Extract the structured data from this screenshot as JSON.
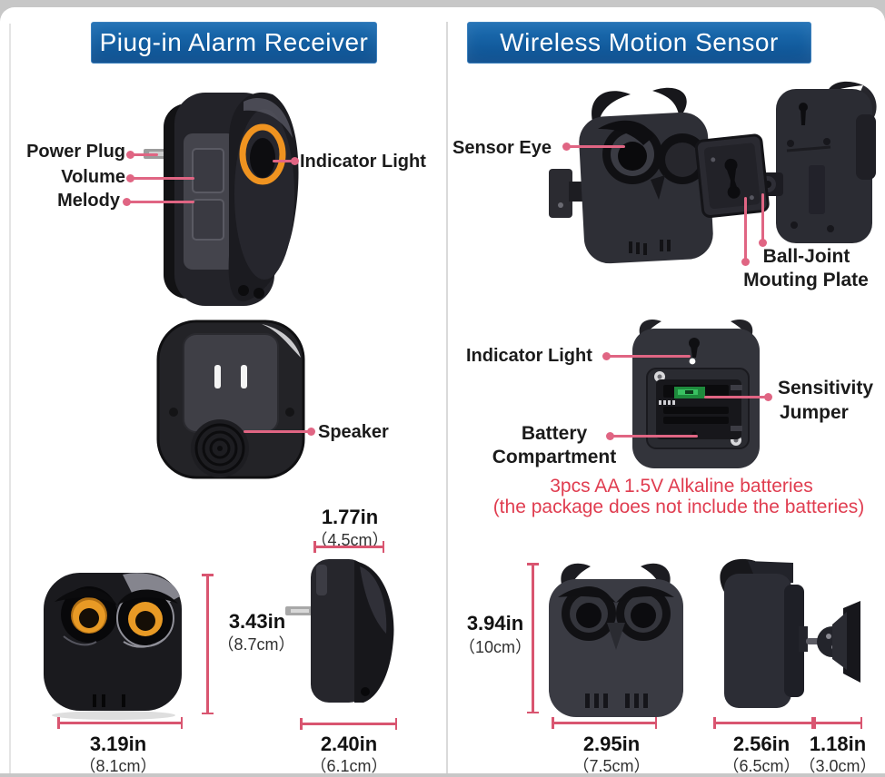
{
  "receiver": {
    "title": "Piug-in Alarm Receiver",
    "labels": {
      "power_plug": "Power Plug",
      "volume": "Volume",
      "melody": "Melody",
      "indicator_light": "Indicator Light",
      "speaker": "Speaker"
    },
    "dims": {
      "height_in": "3.43in",
      "height_cm": "（8.7cm）",
      "width_in": "3.19in",
      "width_cm": "（8.1cm）",
      "top_depth_in": "1.77in",
      "top_depth_cm": "（4.5cm）",
      "bottom_depth_in": "2.40in",
      "bottom_depth_cm": "（6.1cm）"
    }
  },
  "sensor": {
    "title": "Wireless Motion Sensor",
    "labels": {
      "sensor_eye": "Sensor Eye",
      "ball_joint_1": "Ball-Joint",
      "ball_joint_2": "Mouting Plate",
      "indicator_light": "Indicator Light",
      "sensitivity_1": "Sensitivity",
      "sensitivity_2": "Jumper",
      "battery_1": "Battery",
      "battery_2": "Compartment"
    },
    "battery_note_1": "3pcs AA 1.5V Alkaline batteries",
    "battery_note_2": "(the package does not include the batteries)",
    "dims": {
      "height_in": "3.94in",
      "height_cm": "（10cm）",
      "width_in": "2.95in",
      "width_cm": "（7.5cm）",
      "body_depth_in": "2.56in",
      "body_depth_cm": "（6.5cm）",
      "mount_depth_in": "1.18in",
      "mount_depth_cm": "（3.0cm）"
    }
  },
  "colors": {
    "banner_blue": "#135d9f",
    "callout_pink": "#e06583",
    "dimension_pink": "#d95570",
    "note_red": "#e03d50",
    "label_black": "#1b1b1b",
    "device_black": "#232329",
    "indicator_orange": "#ef9320",
    "jumper_green": "#2fae52"
  }
}
